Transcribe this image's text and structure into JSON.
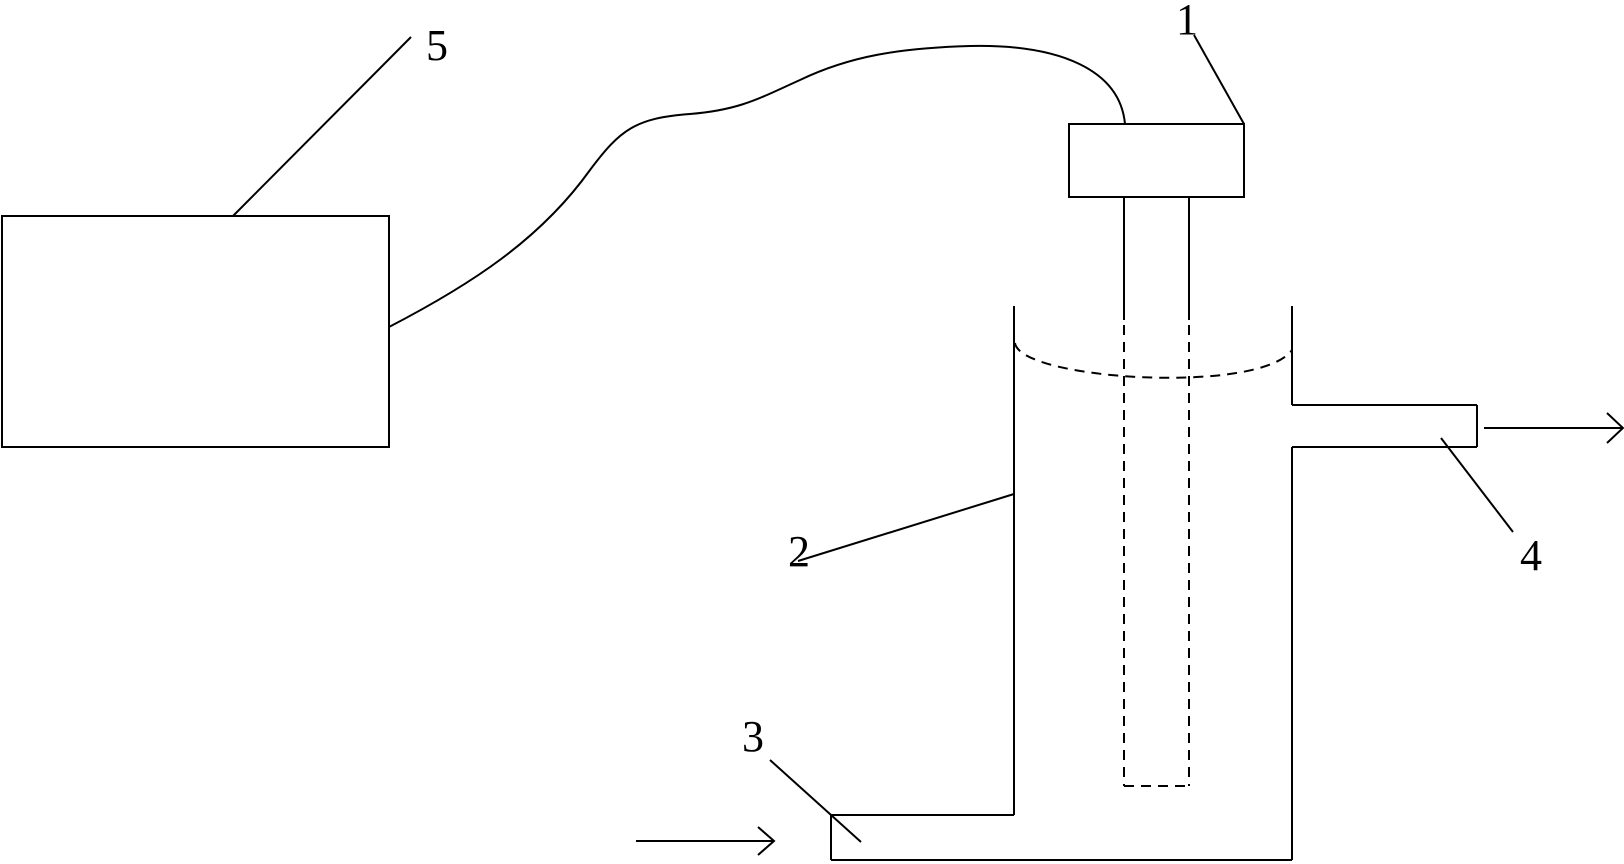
{
  "labels": {
    "sensor_probe": "1",
    "vessel": "2",
    "inlet_pipe": "3",
    "outlet_pipe": "4",
    "control_unit": "5"
  },
  "colors": {
    "line": "#000000",
    "background": "#ffffff"
  }
}
